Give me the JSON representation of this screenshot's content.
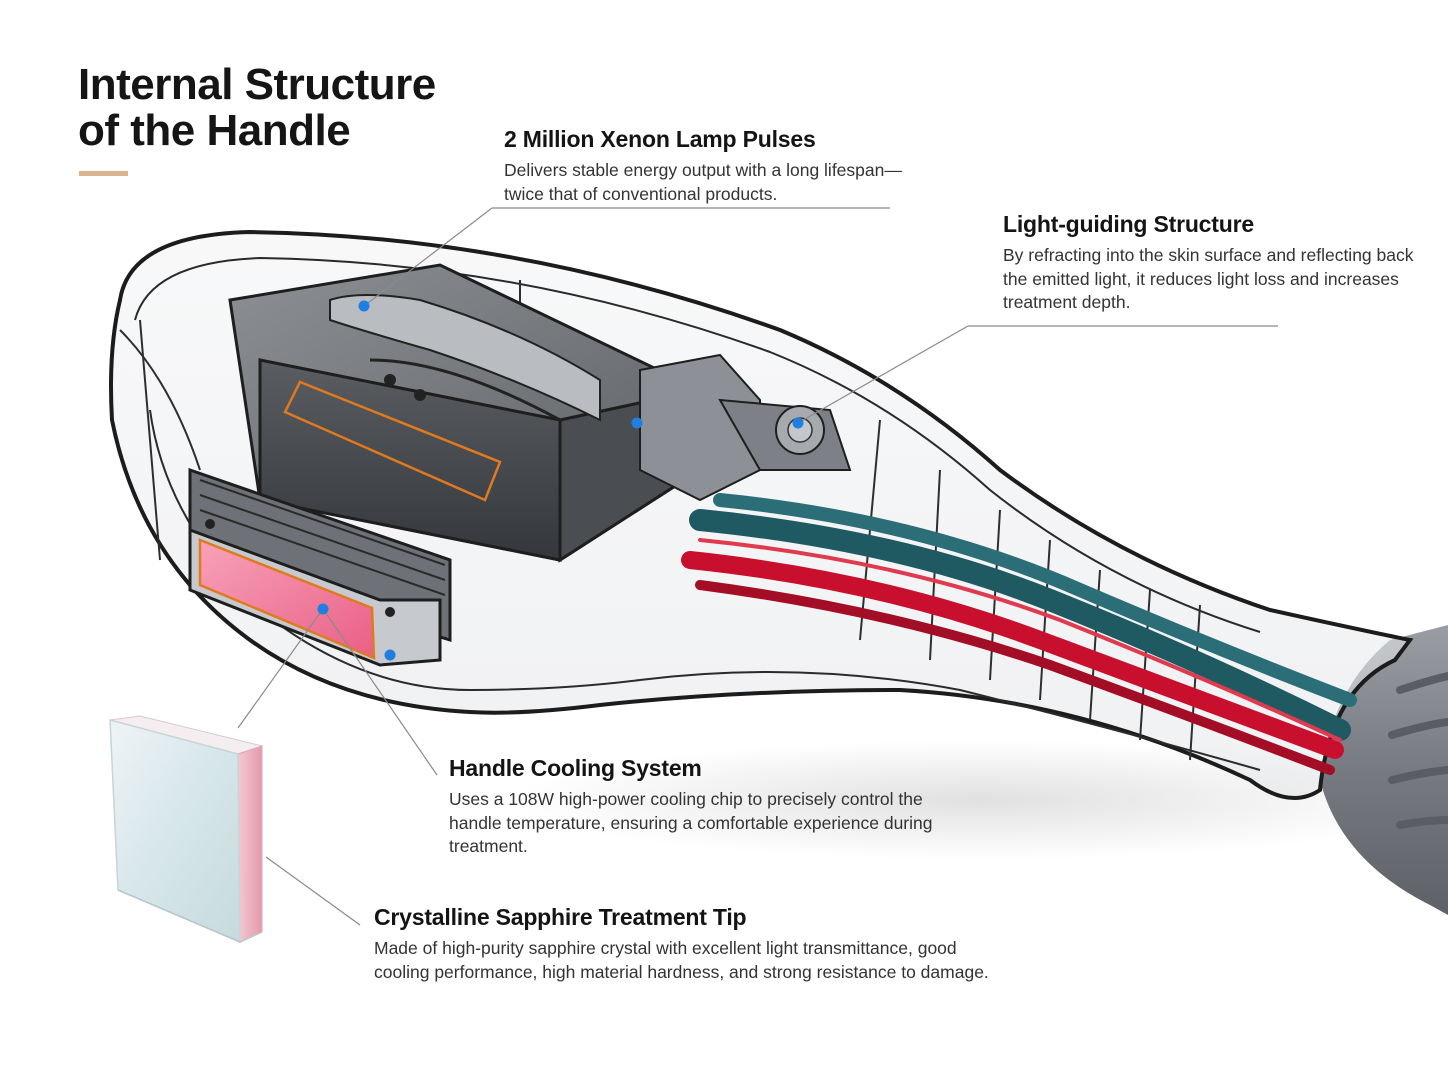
{
  "title": {
    "line1": "Internal Structure",
    "line2": "of the Handle"
  },
  "colors": {
    "accent": "#d9b48f",
    "marker": "#1f7fe0",
    "leader": "#8a8a8a",
    "pink_window": "#f06a8e",
    "orange_outline": "#e07a1e",
    "cable_red": "#c8102e",
    "cable_teal": "#1f5a63",
    "grip_grey": "#7a7e84"
  },
  "callouts": {
    "lamp": {
      "title": "2 Million Xenon Lamp Pulses",
      "desc": "Delivers stable energy output with a long lifespan—twice that of conventional products."
    },
    "light_guide": {
      "title": "Light-guiding Structure",
      "desc": "By refracting into the skin surface and reflecting back the emitted light, it reduces light loss and increases treatment depth."
    },
    "cooling": {
      "title": "Handle Cooling System",
      "desc": "Uses a 108W high-power cooling chip to precisely control the handle temperature, ensuring a comfortable experience during treatment."
    },
    "tip": {
      "title": "Crystalline Sapphire Treatment Tip",
      "desc": "Made of high-purity sapphire crystal with excellent light transmittance, good cooling performance, high material hardness, and strong resistance to damage."
    }
  },
  "illustration": {
    "device": "ipl-handpiece-cutaway",
    "crystal": "sapphire-crystal-block"
  }
}
